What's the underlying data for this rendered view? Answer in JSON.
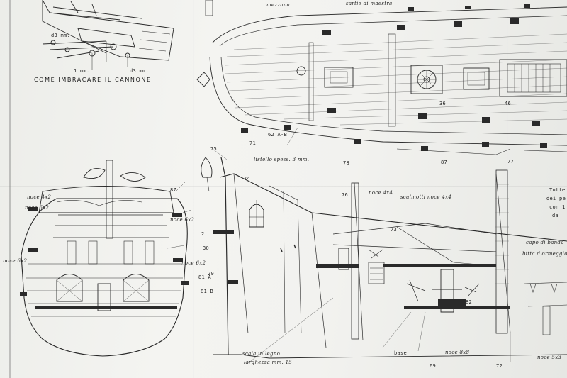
{
  "caption": "COME IMBRACARE IL CANNONE",
  "top_labels": {
    "mezzana": "mezzana",
    "sartie_maestra": "sartie di maestra"
  },
  "cannon_labels": {
    "d1": "d3 mm.",
    "d2": "d3 mm.",
    "d3": "1 mm."
  },
  "deck_labels": {
    "n36": "36",
    "n62ab": "62 A-B",
    "n71": "71",
    "listello": "listello spess. 3 mm.",
    "n78": "78",
    "n87": "87",
    "n77": "77",
    "n46": "46"
  },
  "stern_labels": {
    "noce_top": "noce 4x2",
    "noce_mid": "noce 6x2",
    "noce_left": "noce 6x2",
    "noce_right": "noce 6x2",
    "n87": "87",
    "n2": "2",
    "n30": "30",
    "n81a": "81 A",
    "n81b": "81 B",
    "n29": "29"
  },
  "side_labels": {
    "n75": "75",
    "n76": "76",
    "n74": "74",
    "noce_44": "noce 4x4",
    "scalmotti": "scalmotti noce 4x4",
    "n73": "73",
    "n82": "82",
    "scala": "scala in legno",
    "larghezza": "larghezza mm. 15",
    "base": "base",
    "noce_88": "noce 8x8",
    "n69": "69",
    "n72": "72"
  },
  "right_notes": {
    "t1": "Tutte",
    "t2": "dei pe",
    "t3": "con 1",
    "t4": "da",
    "capo": "capo di banda",
    "bitta": "bitta d'ormeggio",
    "noce_small": "noce 5x3"
  }
}
